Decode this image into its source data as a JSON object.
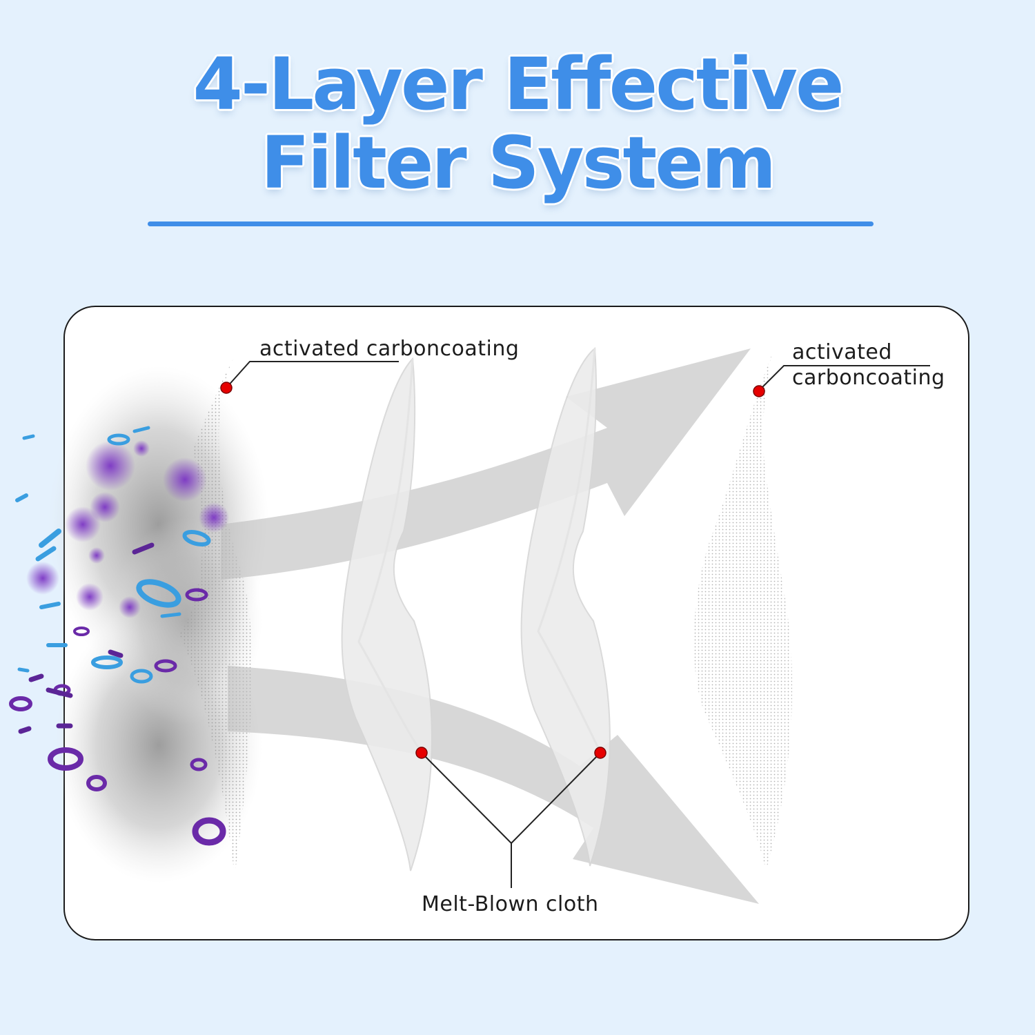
{
  "header": {
    "title_line1": "4-Layer Effective",
    "title_line2": "Filter System"
  },
  "callouts": {
    "layer1_label": "activated carboncoating",
    "layer4_label_line1": "activated",
    "layer4_label_line2": "carboncoating",
    "middle_label": "Melt-Blown cloth"
  },
  "colors": {
    "background": "#e4f1fd",
    "title_blue": "#3f8ee8",
    "marker_red": "#e60000",
    "particle_purple": "#7b35c4",
    "particle_blue": "#3a9ee0"
  }
}
